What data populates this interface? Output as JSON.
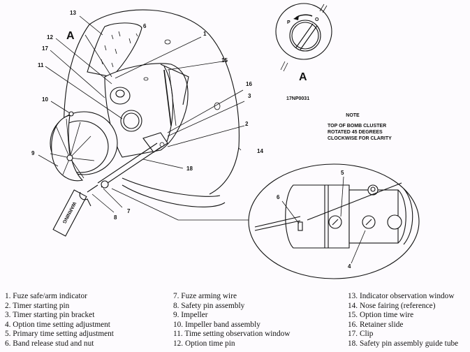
{
  "figure": {
    "id_code": "17NP0031",
    "view_label_main": "A",
    "view_label_detail": "A",
    "note_heading": "NOTE",
    "note_lines": [
      "TOP OF BOMB CLUSTER",
      "ROTATED 45 DEGREES",
      "CLOCKWISE FOR CLARITY"
    ],
    "dial_labels": {
      "left": "P",
      "right": "O"
    },
    "tag_text": "WARNING",
    "callouts": [
      "1",
      "2",
      "3",
      "4",
      "5",
      "6",
      "7",
      "8",
      "9",
      "10",
      "11",
      "12",
      "13",
      "14",
      "15",
      "16",
      "17",
      "18"
    ]
  },
  "legend": [
    [
      "1. Fuze safe/arm indicator",
      "2. Timer starting pin",
      "3. Timer starting pin bracket",
      "4. Option time setting adjustment",
      "5. Primary time setting adjustment",
      "6. Band release stud and nut"
    ],
    [
      "7. Fuze arming wire",
      "8. Safety pin assembly",
      "9. Impeller",
      "10. Impeller band assembly",
      "11. Time setting observation window",
      "12. Option time pin"
    ],
    [
      "13. Indicator observation window",
      "14. Nose fairing (reference)",
      "15. Option time wire",
      "16. Retainer slide",
      "17. Clip",
      "18. Safety pin assembly guide tube"
    ]
  ]
}
